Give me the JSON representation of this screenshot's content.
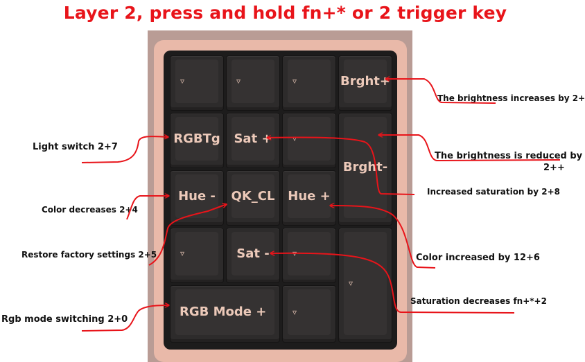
{
  "title": "Layer 2, press and hold fn+* or 2 trigger key",
  "colors": {
    "title": "#e8141a",
    "arrow": "#e8141a",
    "keycap_text": "#ecc9b9",
    "case": "#e9b9a9",
    "plate": "#1d1c1c"
  },
  "keys": {
    "r1c1": "▿",
    "r1c2": "▿",
    "r1c3": "▿",
    "r1c4": "Brght+",
    "r2c1": "RGBTg",
    "r2c2": "Sat +",
    "r2c3": "▿",
    "r2c4": "Brght-",
    "r3c1": "Hue -",
    "r3c2": "QK_CL",
    "r3c3": "Hue +",
    "r4c1": "▿",
    "r4c2": "Sat -",
    "r4c3": "▿",
    "r4c4": "▿",
    "r5c1": "RGB Mode +",
    "r5c3": "▿"
  },
  "annotations": {
    "light_switch": "Light switch 2+7",
    "color_decreases": "Color decreases 2+4",
    "restore_factory": "Restore factory settings 2+5",
    "rgb_mode": "Rgb mode switching 2+0",
    "brightness_up": "The brightness increases by 2+",
    "brightness_down_1": "The brightness is reduced by",
    "brightness_down_2": "2++",
    "saturation_up": "Increased saturation by 2+8",
    "color_up": "Color increased by 12+6",
    "saturation_down": "Saturation decreases fn+*+2"
  }
}
